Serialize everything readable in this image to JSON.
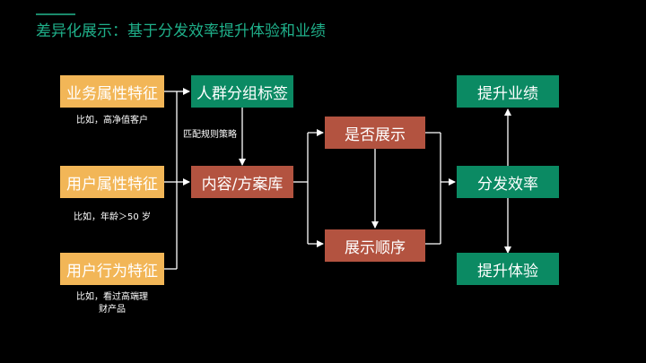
{
  "title": "差异化展示：基于分发效率提升体验和业绩",
  "nodes": {
    "business_attr": "业务属性特征",
    "user_attr": "用户属性特征",
    "user_behavior": "用户行为特征",
    "crowd_tag": "人群分组标签",
    "content_lib": "内容/方案库",
    "show_or_not": "是否展示",
    "show_order": "展示顺序",
    "improve_perf": "提升业绩",
    "dist_eff": "分发效率",
    "improve_exp": "提升体验"
  },
  "notes": {
    "business_example": "比如，高净值客户",
    "user_attr_example": "比如，年龄＞50 岁",
    "behavior_example_line1": "比如，看过高端理",
    "behavior_example_line2": "财产品",
    "match_rule": "匹配规则策略"
  },
  "colors": {
    "title": "#1fb08a",
    "yellow": "#f2b657",
    "green": "#0b8a63",
    "red": "#b35340",
    "line": "#ffffff"
  }
}
